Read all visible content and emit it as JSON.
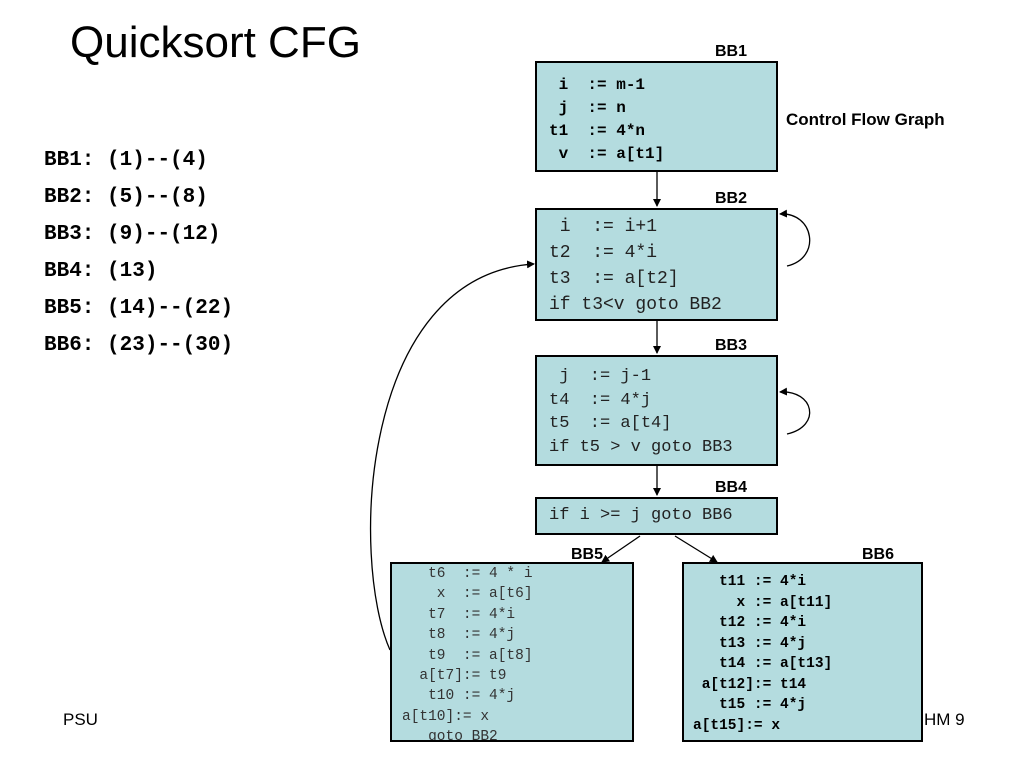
{
  "title": "Quicksort CFG",
  "block_ranges": [
    {
      "name": "BB1:",
      "range": "(1)--(4)"
    },
    {
      "name": "BB2:",
      "range": "(5)--(8)"
    },
    {
      "name": "BB3:",
      "range": "(9)--(12)"
    },
    {
      "name": "BB4:",
      "range": "(13)"
    },
    {
      "name": "BB5:",
      "range": "(14)--(22)"
    },
    {
      "name": "BB6:",
      "range": "(23)--(30)"
    }
  ],
  "cfg_label": "Control Flow Graph",
  "blocks": {
    "bb1": {
      "label": "BB1",
      "lines": [
        " i  := m-1",
        " j  := n",
        "t1  := 4*n",
        " v  := a[t1]"
      ]
    },
    "bb2": {
      "label": "BB2",
      "lines": [
        " i  := i+1",
        "t2  := 4*i",
        "t3  := a[t2]",
        "if t3<v goto BB2"
      ]
    },
    "bb3": {
      "label": "BB3",
      "lines": [
        " j  := j-1",
        "t4  := 4*j",
        "t5  := a[t4]",
        "if t5 > v goto BB3"
      ]
    },
    "bb4": {
      "label": "BB4",
      "lines": [
        "if i >= j goto BB6"
      ]
    },
    "bb5": {
      "label": "BB5",
      "lines": [
        "   t6  := 4 * i",
        "    x  := a[t6]",
        "   t7  := 4*i",
        "   t8  := 4*j",
        "   t9  := a[t8]",
        "  a[t7]:= t9",
        "   t10 := 4*j",
        "a[t10]:= x",
        "   goto BB2"
      ]
    },
    "bb6": {
      "label": "BB6",
      "lines": [
        "   t11 := 4*i",
        "     x := a[t11]",
        "   t12 := 4*i",
        "   t13 := 4*j",
        "   t14 := a[t13]",
        " a[t12]:= t14",
        "   t15 := 4*j",
        "a[t15]:= x"
      ]
    }
  },
  "footer": {
    "left": "PSU",
    "right": "HM 9"
  }
}
